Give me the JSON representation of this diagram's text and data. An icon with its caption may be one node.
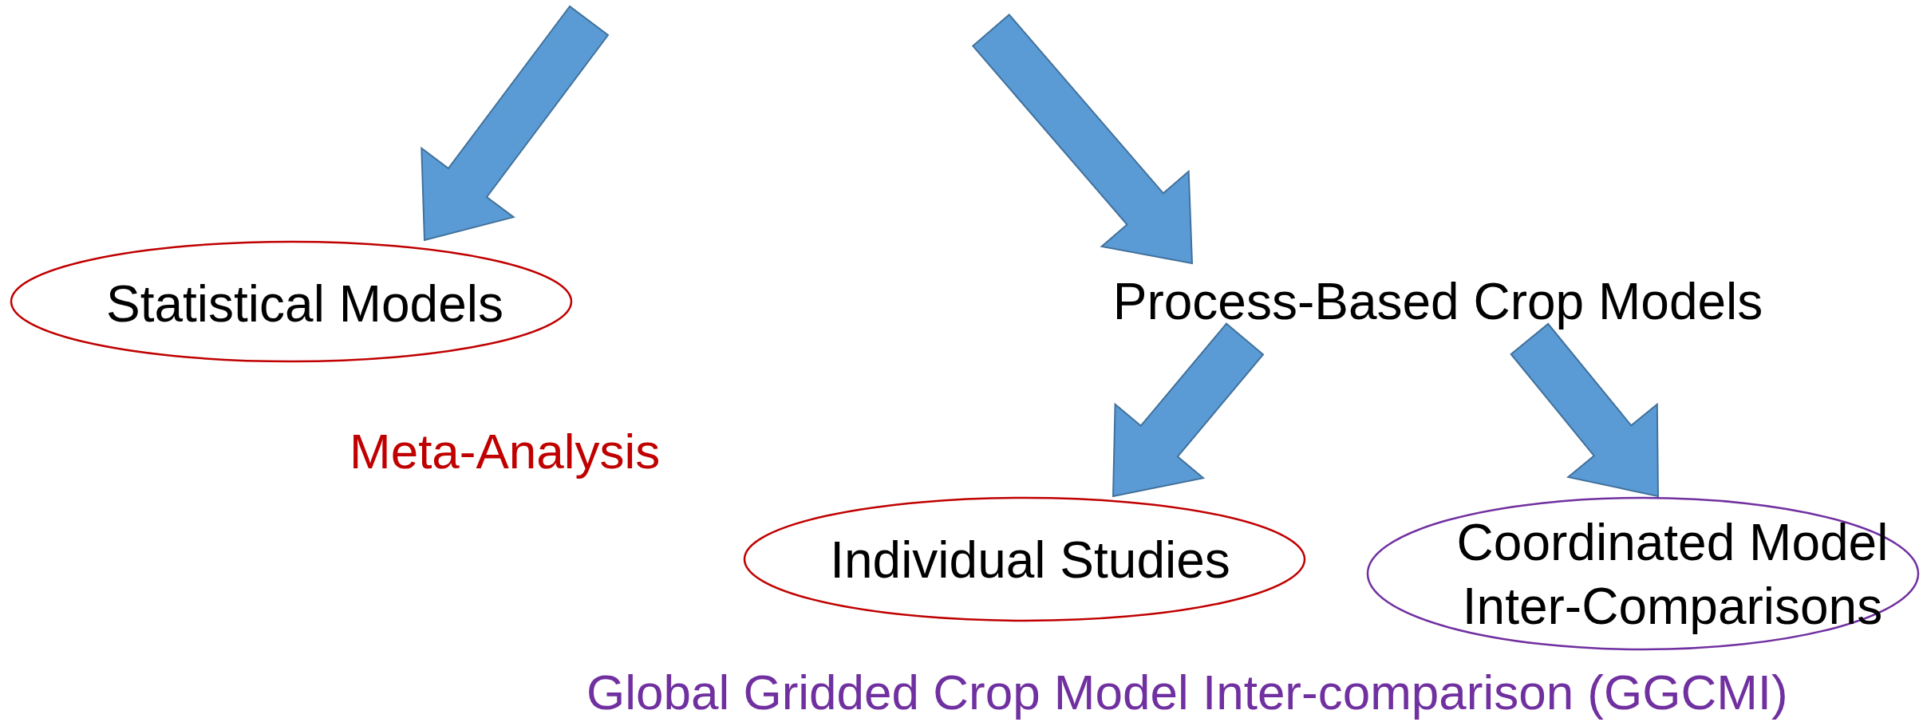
{
  "diagram": {
    "nodes": [
      {
        "text": [
          "Statistical Models"
        ]
      },
      {
        "text": [
          "Process-Based Crop Models"
        ]
      },
      {
        "text": [
          "Individual Studies"
        ]
      },
      {
        "text": [
          "Coordinated Model Inter-Comparisons"
        ]
      }
    ],
    "edges": [
      {
        "from": null,
        "to": 0,
        "arrow": "to"
      },
      {
        "from": null,
        "to": 1,
        "arrow": "to"
      },
      {
        "from": 1,
        "to": 2,
        "arrow": "to"
      },
      {
        "from": 1,
        "to": 3,
        "arrow": "to"
      }
    ],
    "labels": [
      "Meta-Analysis",
      "Global Gridded Crop Model Inter-comparison (GGCMI)"
    ]
  }
}
